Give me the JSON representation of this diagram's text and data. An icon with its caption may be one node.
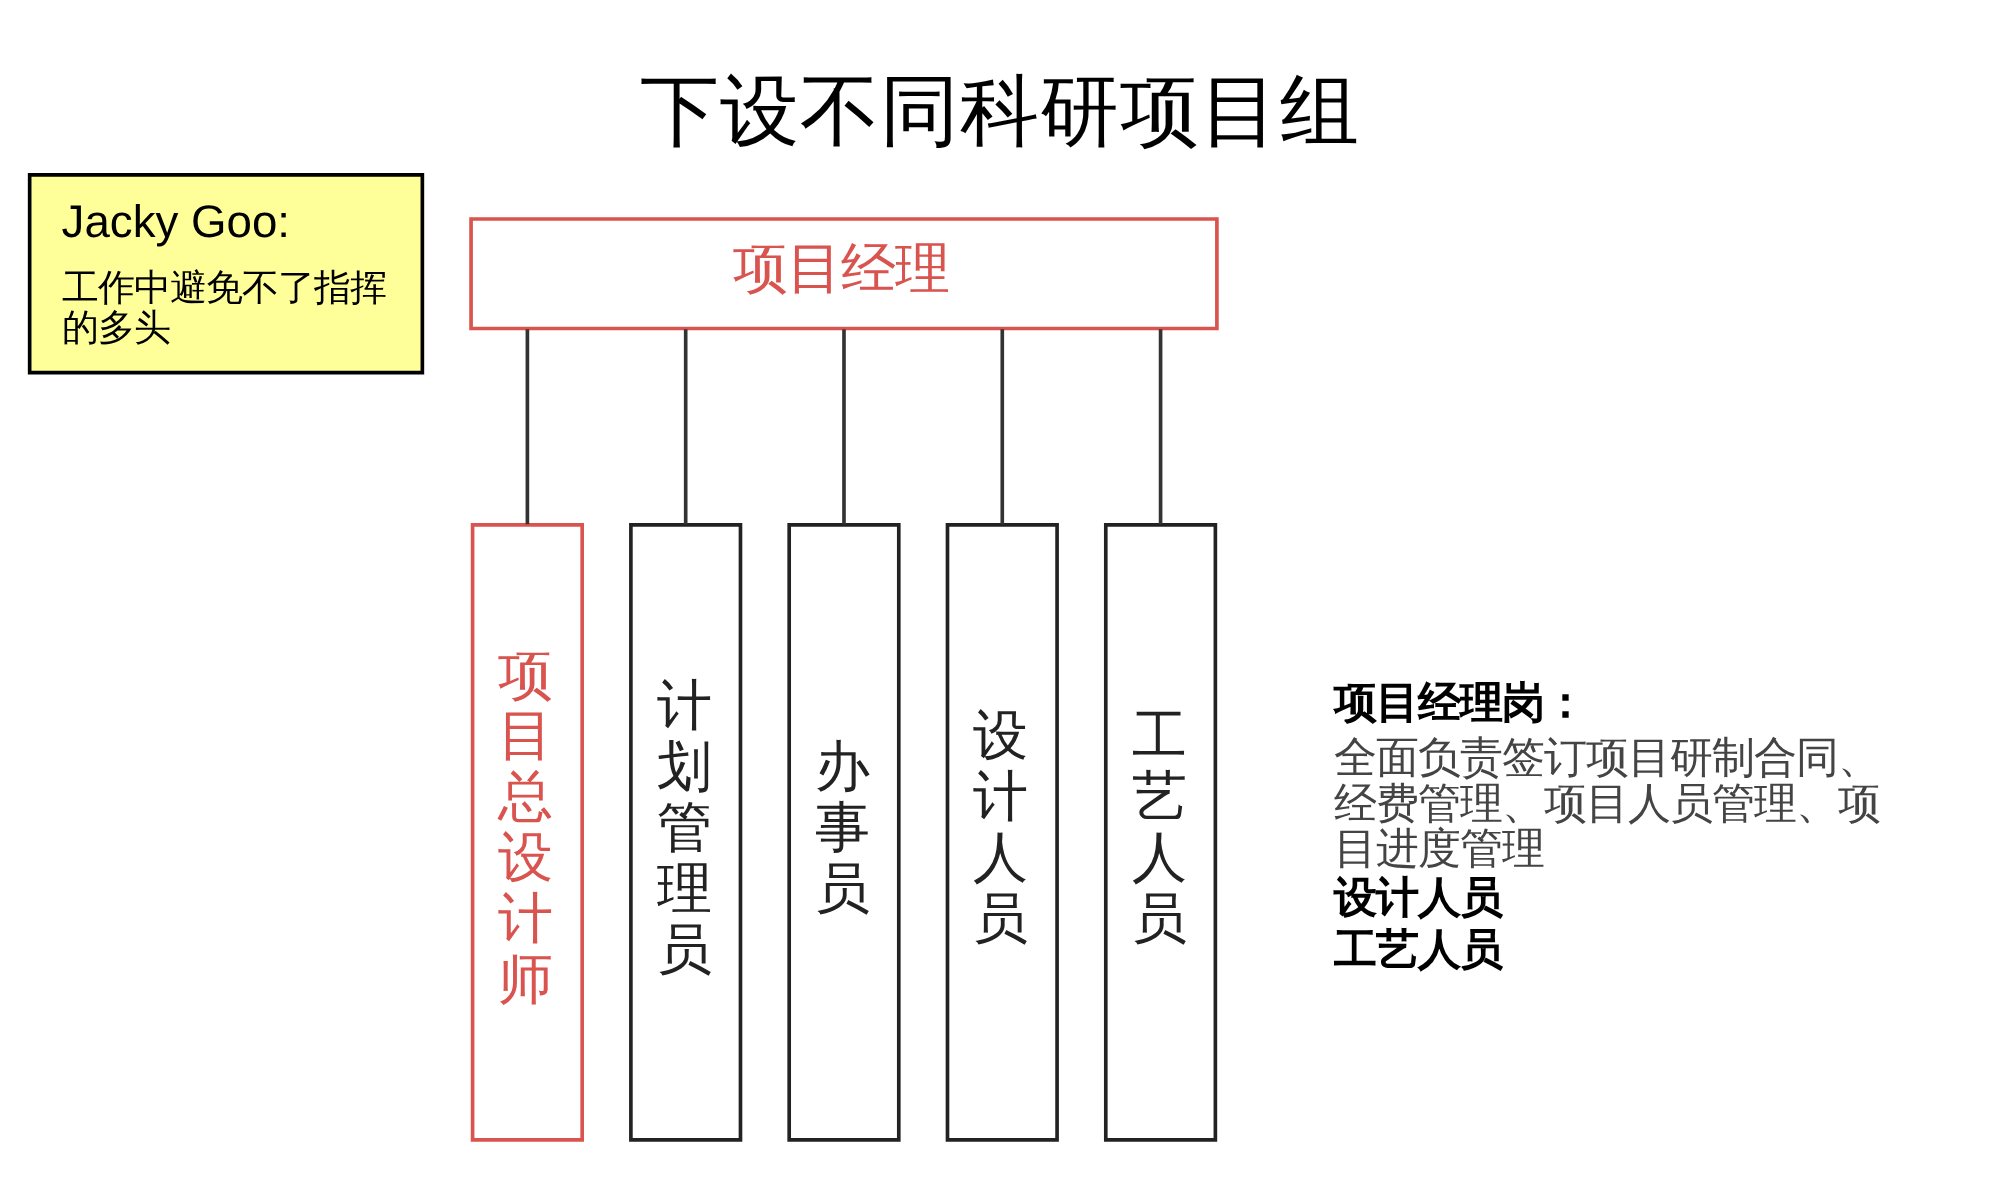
{
  "diagram": {
    "title": "下设不同科研项目组",
    "nodes": [
      {
        "text": [
          "Jacky Goo:",
          "工作中避免不了指挥的多头"
        ]
      },
      {
        "text": [
          "项目经理"
        ]
      },
      {
        "text": [
          "项目总设计师"
        ]
      },
      {
        "text": [
          "计划管理员"
        ]
      },
      {
        "text": [
          "办事员"
        ]
      },
      {
        "text": [
          "设计人员"
        ]
      },
      {
        "text": [
          "工艺人员"
        ]
      }
    ],
    "edges": [
      {
        "from": 1,
        "to": 2,
        "arrow": "none"
      },
      {
        "from": 1,
        "to": 3,
        "arrow": "none"
      },
      {
        "from": 1,
        "to": 4,
        "arrow": "none"
      },
      {
        "from": 1,
        "to": 5,
        "arrow": "none"
      },
      {
        "from": 1,
        "to": 6,
        "arrow": "none"
      }
    ],
    "labels": [
      "项目经理岗：",
      "全面负责签订项目研制合同、经费管理、项目人员管理、项目进度管理",
      "设计人员",
      "工艺人员"
    ]
  }
}
